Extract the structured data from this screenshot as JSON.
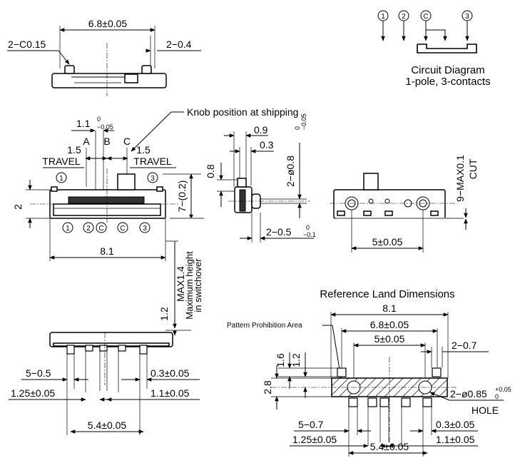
{
  "circuit": {
    "terminals": [
      "1",
      "2",
      "C",
      "3"
    ],
    "title": "Circuit Diagram",
    "subtitle": "1-pole, 3-contacts"
  },
  "top_view": {
    "width": "6.8±0.05",
    "chamfer": "2−C0.15",
    "lead": "2−0.4"
  },
  "front_view": {
    "knob_note": "Knob position at shipping",
    "knob_dim_main": "1.1",
    "knob_dim_tol_upper": "0",
    "knob_dim_tol_lower": "−0.05",
    "pos_a": "A",
    "pos_b": "B",
    "pos_c": "C",
    "travel_left_value": "1.5",
    "travel_right_value": "1.5",
    "travel_label": "TRAVEL",
    "top_terminals": [
      "1",
      "3"
    ],
    "bottom_terminals": [
      "1",
      "2",
      "C",
      "C",
      "3"
    ],
    "height": "2",
    "length": "8.1",
    "side_height": "7−(0.2)"
  },
  "side_view": {
    "dim_09": "0.9",
    "dim_03": "0.3",
    "dim_08": "0.8",
    "boss_main": "2−ø0.8",
    "boss_tol_upper": "0",
    "boss_tol_lower": "−0.05",
    "lead_main": "2−0.5",
    "lead_tol_upper": "0",
    "lead_tol_lower": "−0.1"
  },
  "back_view": {
    "cut_main": "9−MAX0.1",
    "cut_label": "CUT",
    "hole_spacing": "5±0.05"
  },
  "bottom_view": {
    "max_height_value": "MAX1.4",
    "max_height_note1": "Maximum height",
    "max_height_note2": "in switchover",
    "dim_12": "1.2",
    "leads": "5−0.5",
    "lead_width": "0.3±0.05",
    "left_pitch": "1.25±0.05",
    "right_pitch": "1.1±0.05",
    "total": "5.4±0.05"
  },
  "land": {
    "title": "Reference Land Dimensions",
    "prohibition": "Pattern Prohibition Area",
    "overall": "8.1",
    "outer": "6.8±0.05",
    "inner": "5±0.05",
    "pad_width": "2−0.7",
    "dim_16": "1.6",
    "dim_12": "1.2",
    "dim_28": "2.8",
    "hole_main": "2−ø0.85",
    "hole_tol_upper": "+0.05",
    "hole_tol_lower": "0",
    "hole_label": "HOLE",
    "leads": "5−0.7",
    "lead_width": "0.3±0.05",
    "left_pitch": "1.25±0.05",
    "right_pitch": "1.1±0.05",
    "total": "5.4±0.05"
  }
}
